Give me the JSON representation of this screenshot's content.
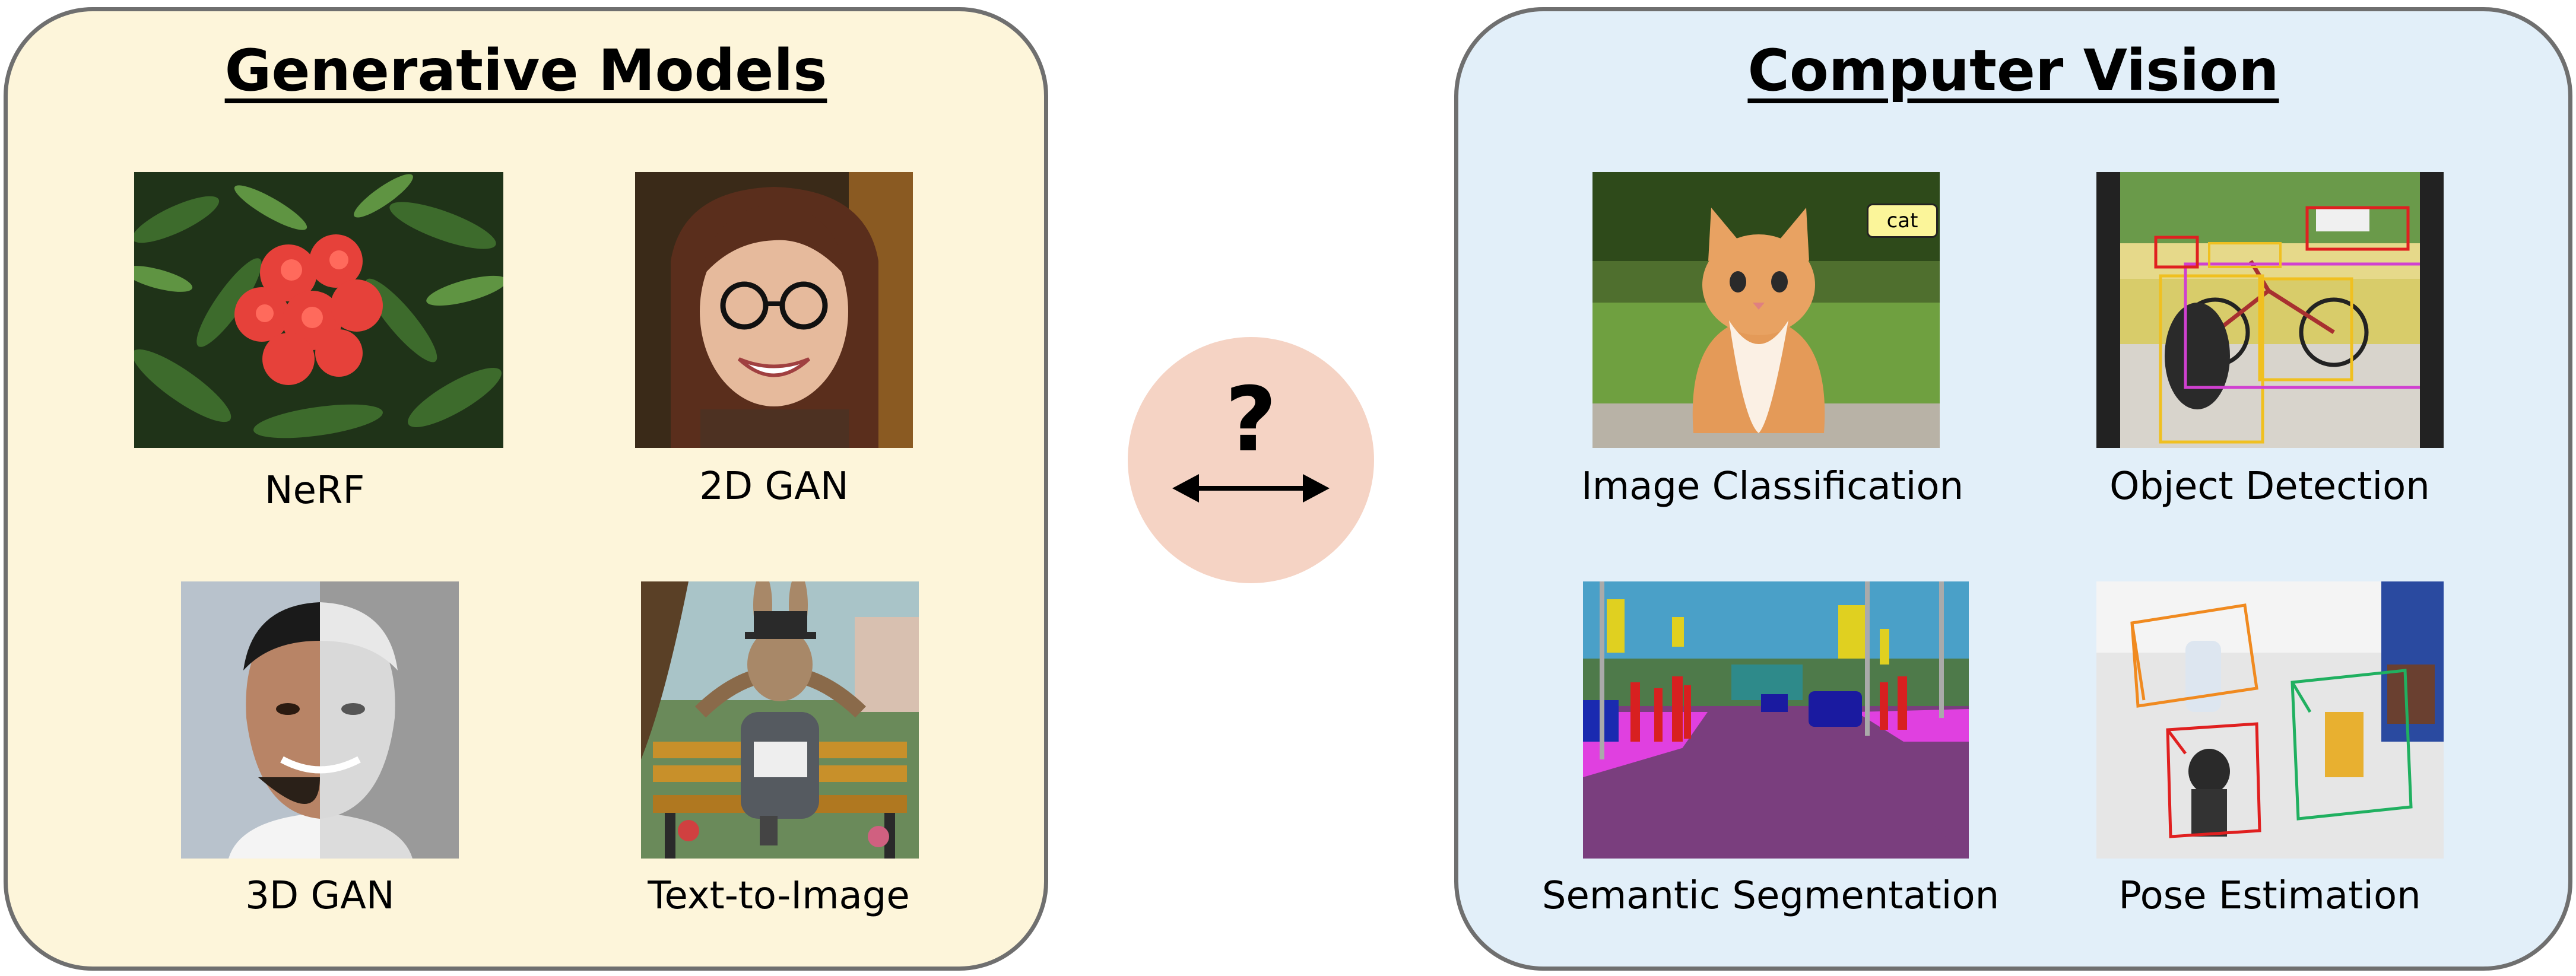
{
  "generative": {
    "title": "Generative Models",
    "items": [
      {
        "caption": "NeRF"
      },
      {
        "caption": "2D GAN"
      },
      {
        "caption": "3D GAN"
      },
      {
        "caption": "Text-to-Image"
      }
    ]
  },
  "center": {
    "symbol": "?",
    "icon": "double-arrow-icon"
  },
  "vision": {
    "title": "Computer Vision",
    "items": [
      {
        "caption": "Image Classification",
        "label": "cat"
      },
      {
        "caption": "Object Detection"
      },
      {
        "caption": "Semantic Segmentation"
      },
      {
        "caption": "Pose Estimation"
      }
    ]
  },
  "colors": {
    "generative_bg": "#fdf5da",
    "vision_bg": "#e2eff9",
    "center_circle": "#f5d3c4",
    "panel_border": "#6f6f6f"
  }
}
